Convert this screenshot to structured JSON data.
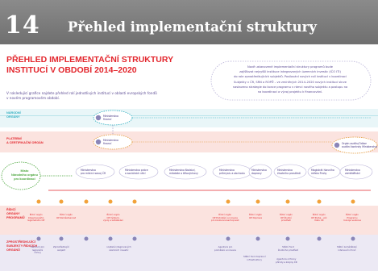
{
  "banner": {
    "number": "14",
    "title": "Přehled implementační struktury"
  },
  "doc": {
    "title_lines": [
      "PŘEHLED IMPLEMENTAČNÍ STRUKTURY",
      "INSTITUCÍ V OBDOBÍ 2014–2020"
    ],
    "intro_lines": [
      "V následující grafice najdete přehled rolí jednotlivých institucí v oblasti evropských fondů",
      "v novém programovém období."
    ]
  },
  "note": {
    "lines": [
      "Nově ustanovené implementační struktury programů bude",
      "zajišťovat nejvyšší instituce integrovaných územních investic (IČO ITI)",
      "do role zprostředkujících subjektů. Posilování nových rolí institucí v koordinaci",
      "Subjekty v ČR, SRN a ROPŮ – ve zmíněných 2014–2020 nových institucí skrze",
      "nastaveno strategie do konce programu v rámci nového subjektu a postupu na",
      "na koordinaci a vývoj projektu k financování."
    ]
  },
  "rows": {
    "row1": [
      "NÁRODNÍ",
      "ORGÁNY"
    ],
    "row2": [
      "PLATEBNÍ",
      "A CERTIFIKAČNÍ ORGÁN"
    ],
    "row3": [
      "ŘÍDICÍ",
      "ORGÁNY",
      "PROGRAMŮ"
    ],
    "row4": [
      "ZPROSTŘEDKUJÍCÍ",
      "SUBJEKTY ŘÍDICÍCH",
      "ORGÁNŮ"
    ]
  },
  "side_label": [
    "Místo",
    "Národního orgánu",
    "pro koordinaci"
  ],
  "national": [
    "Ministerstvo",
    "financí"
  ],
  "payment": [
    "Ministerstvo",
    "financí"
  ],
  "audit": [
    "Orgán auditu/Odbor",
    "auditní kontroly Ministerstva"
  ],
  "ministries": [
    [
      "Ministerstvo",
      "pro místní rozvoj ČR"
    ],
    [
      "Ministerstvo práce",
      "a sociálních věcí"
    ],
    [
      "Ministerstvo školství,",
      "mládeže a tělovýchovy"
    ],
    [
      "Ministerstvo",
      "průmyslu a obchodu"
    ],
    [
      "Ministerstvo",
      "dopravy"
    ],
    [
      "Ministerstvo",
      "životního prostředí"
    ],
    [
      "Magistrát hlavního",
      "města Prahy"
    ],
    [
      "Ministerstvo",
      "zemědělství"
    ]
  ],
  "programs": [
    [
      "Řídicí orgán",
      "Integrovaného",
      "regionálního OP"
    ],
    [
      "Řídicí orgán",
      "OP Zaměstnanost"
    ],
    [
      "Řídicí orgán",
      "OP Výzkum,",
      "vývoj a vzdělávání"
    ],
    [
      "Řídicí orgán",
      "OP Podnikání a inovace",
      "pro konkurenceschopnost"
    ],
    [
      "Řídicí orgán",
      "OP Doprava"
    ],
    [
      "Řídicí orgán",
      "OP Životní",
      "prostředí"
    ],
    [
      "Řídicí orgán",
      "OP Praha – pól",
      "růstu ČR"
    ],
    [
      "Řídicí orgán",
      "Programu",
      "rozvoje venkova"
    ]
  ],
  "intermediaries": [
    [
      "Centrum pro",
      "regionální",
      "rozvoj"
    ],
    [
      "Zprostředkující",
      "subjekt"
    ],
    [
      "nositelé integrovaných",
      "územních investic"
    ],
    [
      "Agentura pro",
      "podnikání a inovace"
    ],
    [
      "Státní fond dopravní",
      "infrastruktury"
    ],
    [
      "Státní fond",
      "životního prostředí"
    ],
    [
      "Agentura ochrany",
      "přírody a krajiny ČR"
    ],
    [
      "Státní zemědělský",
      "intervenční fond"
    ]
  ]
}
